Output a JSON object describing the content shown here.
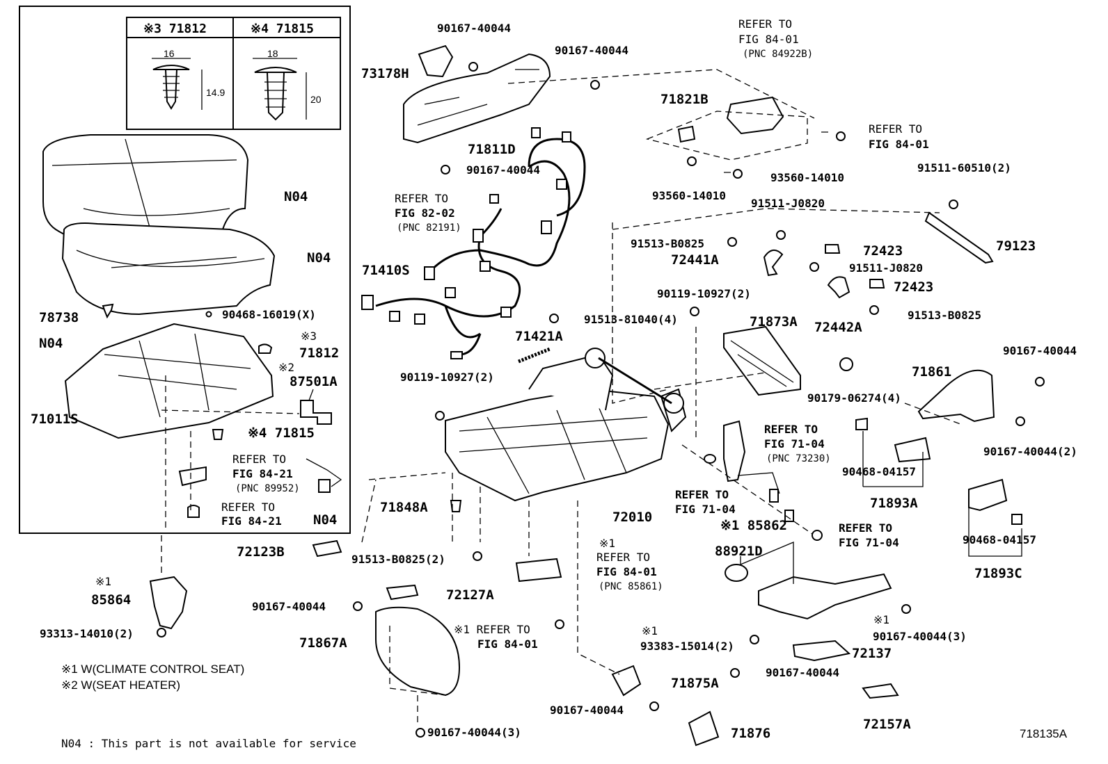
{
  "inset_table": {
    "col1_head": "※3  71812",
    "col2_head": "※4  71815",
    "dim_a_width": "16",
    "dim_a_height": "14.9",
    "dim_b_width": "18",
    "dim_b_height": "20"
  },
  "parts": {
    "p73178H": "73178H",
    "p90167_a": "90167-40044",
    "p90167_b": "90167-40044",
    "p71811D": "71811D",
    "p90167_c": "90167-40044",
    "refer_top_1": "REFER TO",
    "refer_top_2": "FIG 84-01",
    "refer_top_3": "(PNC 84922B)",
    "p71821B": "71821B",
    "refer_r_1": "REFER TO",
    "refer_r_2": "FIG 84-01",
    "p93560_a": "93560-14010",
    "p93560_b": "93560-14010",
    "p91511_60510": "91511-60510(2)",
    "p91511_J0820_a": "91511-J0820",
    "p91513_B0825_a": "91513-B0825",
    "p72441A": "72441A",
    "p72423_a": "72423",
    "p79123": "79123",
    "p91511_J0820_b": "91511-J0820",
    "p72423_b": "72423",
    "p72442A": "72442A",
    "p91513_B0825_b": "91513-B0825",
    "refer_82_1": "REFER TO",
    "refer_82_2": "FIG 82-02",
    "refer_82_3": "(PNC 82191)",
    "p71410S": "71410S",
    "p90119_a": "90119-10927(2)",
    "p91513_81040": "91513-81040(4)",
    "p71873A": "71873A",
    "p71421A": "71421A",
    "p90119_b": "90119-10927(2)",
    "p90179": "90179-06274(4)",
    "p71861": "71861",
    "p90167_d": "90167-40044",
    "p90167_e": "90167-40044(2)",
    "refer_71_1": "REFER TO",
    "refer_71_2": "FIG 71-04",
    "refer_71_3": "(PNC 73230)",
    "p90468_04157_a": "90468-04157",
    "p71893A": "71893A",
    "refer_71b_1": "REFER TO",
    "refer_71b_2": "FIG 71-04",
    "p72010": "72010",
    "p71848A": "71848A",
    "refer_71c_1": "REFER TO",
    "refer_71c_2": "FIG 71-04",
    "p85862": "※1 85862",
    "p88921D": "88921D",
    "p90468_04157_b": "90468-04157",
    "p71893C": "71893C",
    "p72123B": "72123B",
    "p91513_B0825_2": "91513-B0825(2)",
    "refer_85861_0": "※1",
    "refer_85861_1": "REFER TO",
    "refer_85861_2": "FIG 84-01",
    "refer_85861_3": "(PNC 85861)",
    "p72127A": "72127A",
    "p90167_f": "90167-40044",
    "p71867A": "71867A",
    "refer_bot_1": "※1 REFER TO",
    "refer_bot_2": "FIG 84-01",
    "p93383_0": "※1",
    "p93383": "93383-15014(2)",
    "p90167_g_0": "※1",
    "p90167_g": "90167-40044(3)",
    "p72137": "72137",
    "p90167_h": "90167-40044",
    "p71875A": "71875A",
    "p90167_i": "90167-40044",
    "p72157A": "72157A",
    "p71876": "71876",
    "p90167_j": "90167-40044(3)",
    "p85864_0": "※1",
    "p85864": "85864",
    "p93313": "93313-14010(2)",
    "pN04_a": "N04",
    "pN04_b": "N04",
    "p78738": "78738",
    "p90468_16019": "90468-16019(X)",
    "pN04_c": "N04",
    "p71812_0": "※3",
    "p71812": "71812",
    "p87501A_0": "※2",
    "p87501A": "87501A",
    "p71011S": "71011S",
    "p71815": "※4 71815",
    "refer_89952_1": "REFER TO",
    "refer_89952_2": "FIG 84-21",
    "refer_89952_3": "(PNC 89952)",
    "refer_84_21_1": "REFER TO",
    "refer_84_21_2": "FIG 84-21",
    "pN04_d": "N04"
  },
  "notes": {
    "note1": "※1 W(CLIMATE CONTROL SEAT)",
    "note2": "※2 W(SEAT HEATER)",
    "n04_note": "N04 : This part is not available for service",
    "fig_id": "718135A"
  }
}
